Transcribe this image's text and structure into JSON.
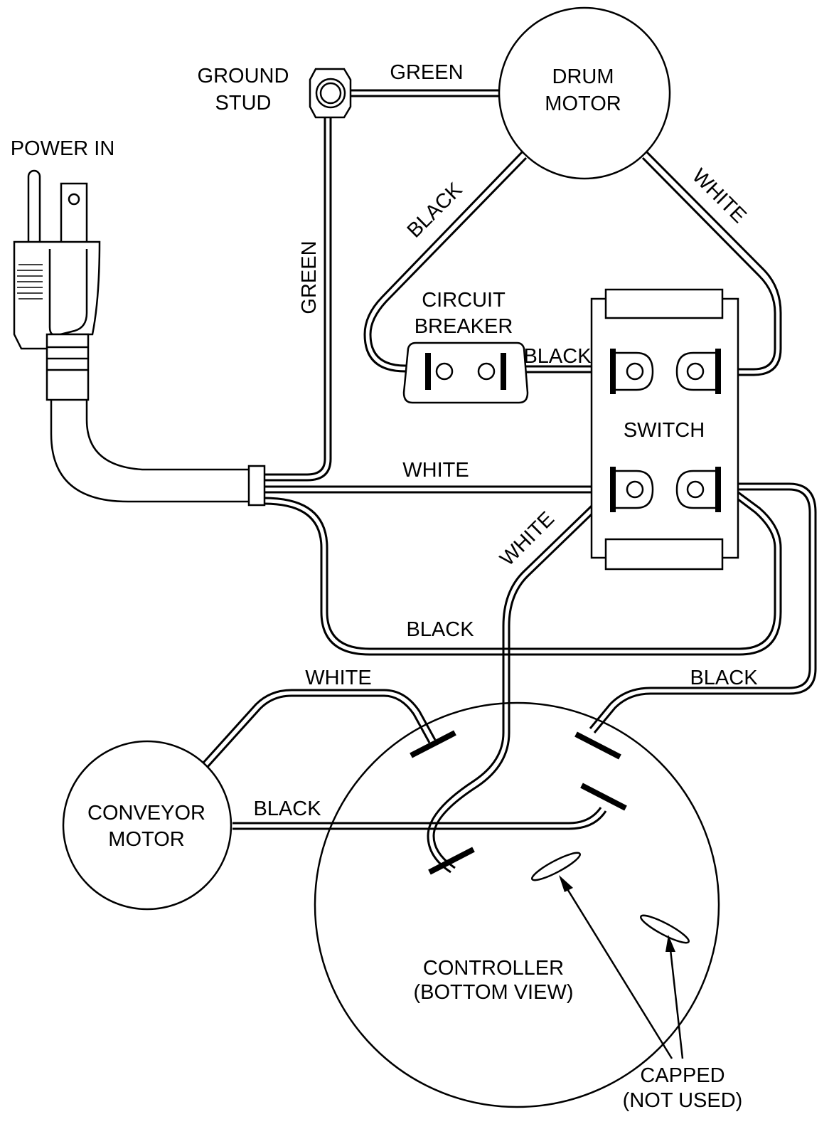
{
  "components": {
    "ground_stud": [
      "GROUND",
      "STUD"
    ],
    "power_in": "POWER IN",
    "drum_motor": [
      "DRUM",
      "MOTOR"
    ],
    "circuit_breaker": [
      "CIRCUIT",
      "BREAKER"
    ],
    "switch": "SWITCH",
    "conveyor_motor": [
      "CONVEYOR",
      "MOTOR"
    ],
    "controller": [
      "CONTROLLER",
      "(BOTTOM VIEW)"
    ],
    "capped": [
      "CAPPED",
      "(NOT USED)"
    ]
  },
  "wires": {
    "ground_to_drum": "GREEN",
    "ground_vertical": "GREEN",
    "drum_to_breaker": "BLACK",
    "drum_to_switch": "WHITE",
    "breaker_to_switch": "BLACK",
    "power_white": "WHITE",
    "switch_to_controller": "WHITE",
    "power_black": "BLACK",
    "conveyor_white": "WHITE",
    "controller_black": "BLACK",
    "conveyor_black": "BLACK"
  }
}
